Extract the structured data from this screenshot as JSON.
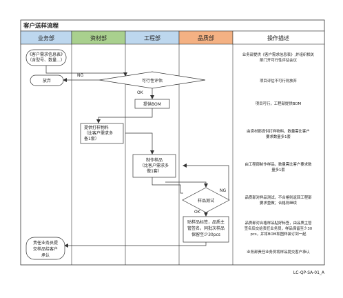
{
  "title": "客户送样流程",
  "columns": {
    "sales": "业务部",
    "materials": "资材部",
    "engineering": "工程部",
    "quality": "品质部",
    "description": "操作描述"
  },
  "colors": {
    "sales_header": "#bdd7ee",
    "materials_header": "#a9d08e",
    "engineering_header": "#bdd7ee",
    "quality_header": "#f4b183",
    "description_header": "#ffffff",
    "line": "#333333"
  },
  "nodes": {
    "customer_request": [
      "《客户需求信息表》",
      "（含型号、数量...）"
    ],
    "abandon": [
      "放弃"
    ],
    "feasibility": [
      "可行性评估"
    ],
    "provide_bom": [
      "提供BOM"
    ],
    "provide_materials": [
      "提供打样物料",
      "（比客户需求多",
      "备1套）"
    ],
    "make_samples": [
      "制作样品",
      "（比客户需求多",
      "做1套）"
    ],
    "sample_test": [
      "样品测试"
    ],
    "label_package": [
      "贴样品标签，品质主",
      "管签名，同批次样品",
      "保留至少30pcs"
    ],
    "deliver": [
      "责任业务员提",
      "交样品给客户",
      "承认"
    ]
  },
  "edge_labels": {
    "ng1": "NG",
    "ok1": "OK",
    "ng2": "NG",
    "ok2": "OK"
  },
  "descriptions": [
    [
      "业务部提供《客户需求信息表》,并组织相关",
      "部门开可行性评估会议"
    ],
    [
      "项目评估不可行则放弃"
    ],
    [
      "项目可行，工程部提供BOM"
    ],
    [
      "由资材部提供打样物料，数量需比客户",
      "要求数量多1套"
    ],
    [
      "由工程部制作样品，数量需比客户要求数",
      "量多1套"
    ],
    [
      "品质部对样品测试，不合格则返回工程部",
      "要求重做；合格则继续"
    ],
    [
      "品质部对合格样品贴好标签，由品质主管",
      "签名后交给责任业务员，样品保留至少30",
      "pcs，并将BOM和图样装订到一起"
    ],
    [
      "业务部责任业务员将样品提交客户承认"
    ]
  ],
  "doc_code": "LC-QP-SA-01_A"
}
